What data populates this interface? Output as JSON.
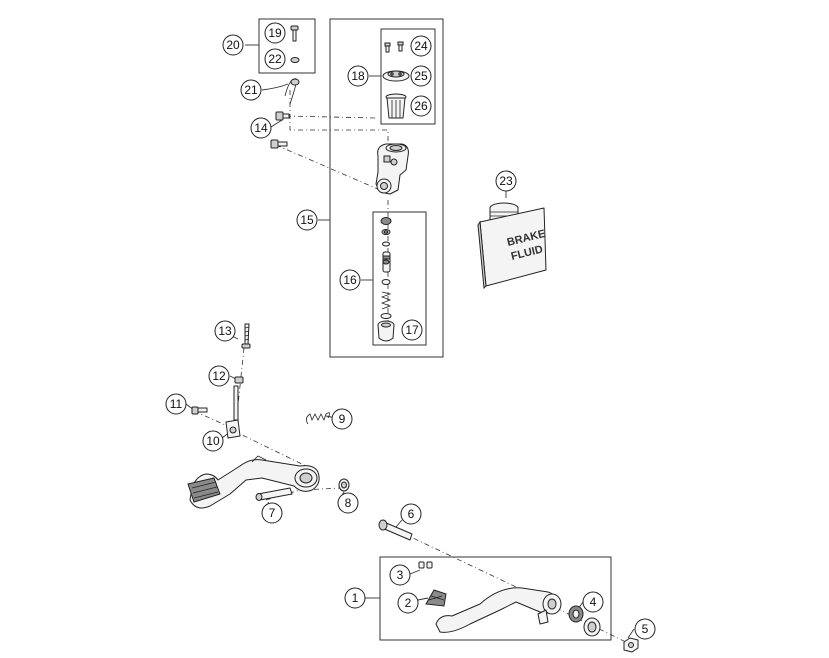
{
  "diagram": {
    "callouts": [
      "1",
      "2",
      "3",
      "4",
      "5",
      "6",
      "7",
      "8",
      "9",
      "10",
      "11",
      "12",
      "13",
      "14",
      "15",
      "16",
      "17",
      "18",
      "19",
      "20",
      "21",
      "22",
      "23",
      "24",
      "25",
      "26"
    ],
    "brake_fluid_label": [
      "BRAKE",
      "FLUID"
    ]
  },
  "colors": {
    "line": "#222222",
    "part_fill": "#f4f4f4",
    "dark_fill": "#8a8a8a"
  }
}
